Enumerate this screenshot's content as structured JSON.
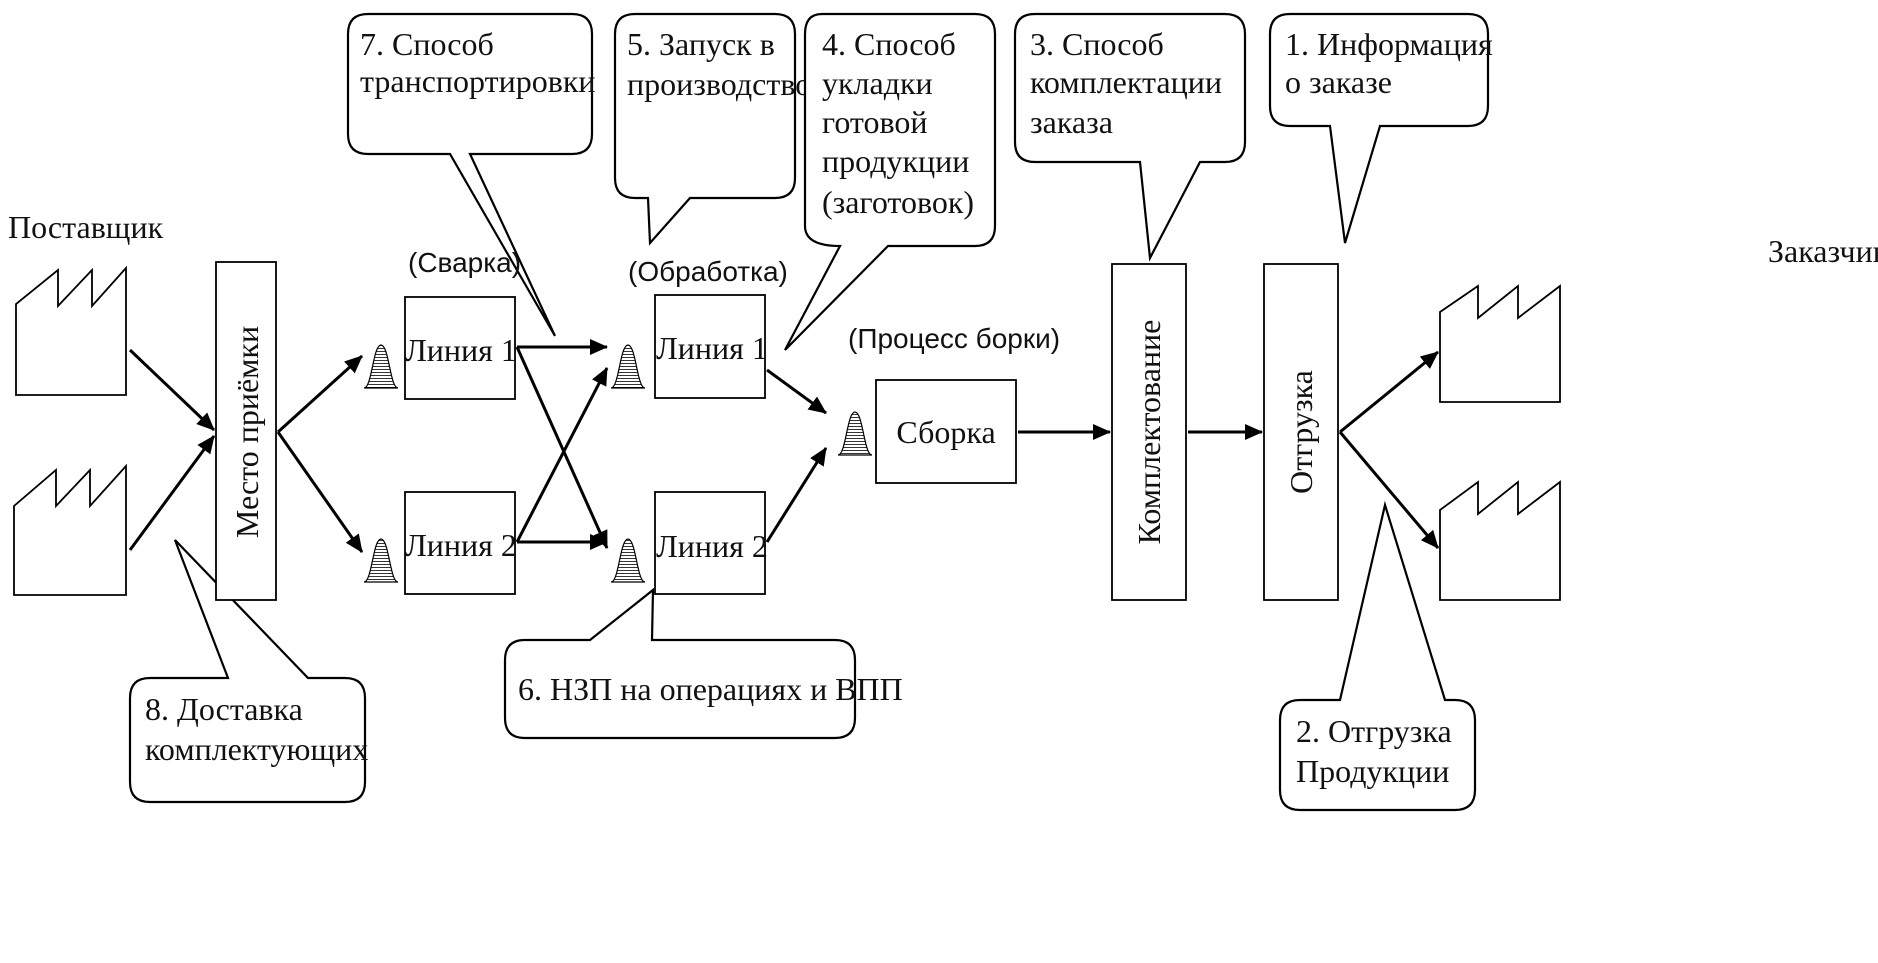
{
  "actors": {
    "supplier": "Поставщик",
    "customer": "Заказчик"
  },
  "stages": {
    "receiving": "Место приёмки",
    "welding_header": "(Сварка)",
    "processing_header": "(Обработка)",
    "assembly_header": "(Процесс борки)",
    "weld_line1": "Линия 1",
    "weld_line2": "Линия 2",
    "proc_line1": "Линия 1",
    "proc_line2": "Линия 2",
    "assembly": "Сборка",
    "picking": "Комплектование",
    "shipping": "Отгрузка"
  },
  "callouts": {
    "c1": [
      "1. Информация",
      "о заказе"
    ],
    "c2": [
      "2. Отгрузка",
      "Продукции"
    ],
    "c3": [
      "3. Способ",
      "комплектации",
      "заказа"
    ],
    "c4": [
      "4. Способ",
      "укладки",
      "готовой",
      "продукции",
      "(заготовок)"
    ],
    "c5": [
      "5. Запуск в",
      "производство"
    ],
    "c6": [
      "6. НЗП на операциях и ВПП"
    ],
    "c7": [
      "7. Способ",
      "транспортировки"
    ],
    "c8": [
      "8. Доставка",
      "комплектующих"
    ]
  }
}
